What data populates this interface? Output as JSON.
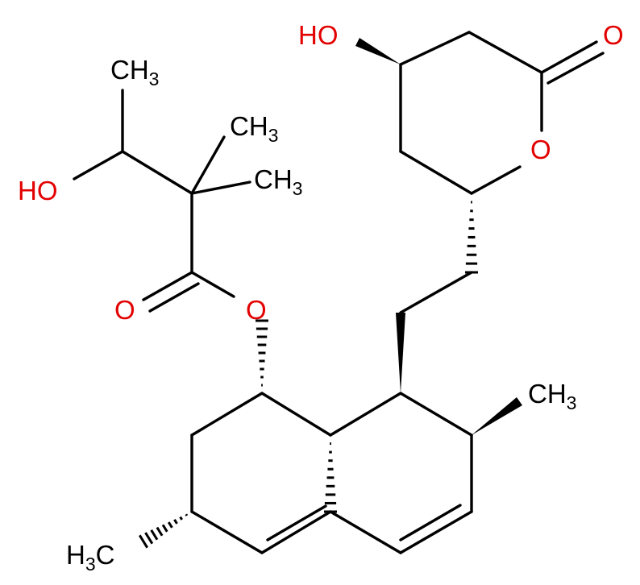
{
  "colors": {
    "bond": "#000000",
    "carbon": "#000000",
    "oxygen": "#e30000"
  },
  "atoms": {
    "oh_lactone": "HO",
    "o_carbonyl_lactone": "O",
    "o_ring": "O",
    "oh_side": "HO",
    "o_ester_carbonyl": "O",
    "o_ester": "O"
  },
  "methyls": {
    "ch3_top": {
      "main": "CH",
      "sub": "3"
    },
    "ch3_gem1": {
      "main": "CH",
      "sub": "3"
    },
    "ch3_gem2": {
      "main": "CH",
      "sub": "3"
    },
    "ch3_ring": {
      "main": "CH",
      "sub": "3"
    },
    "h3c_ring": {
      "main": "H",
      "sub": "3",
      "tail": "C"
    }
  }
}
